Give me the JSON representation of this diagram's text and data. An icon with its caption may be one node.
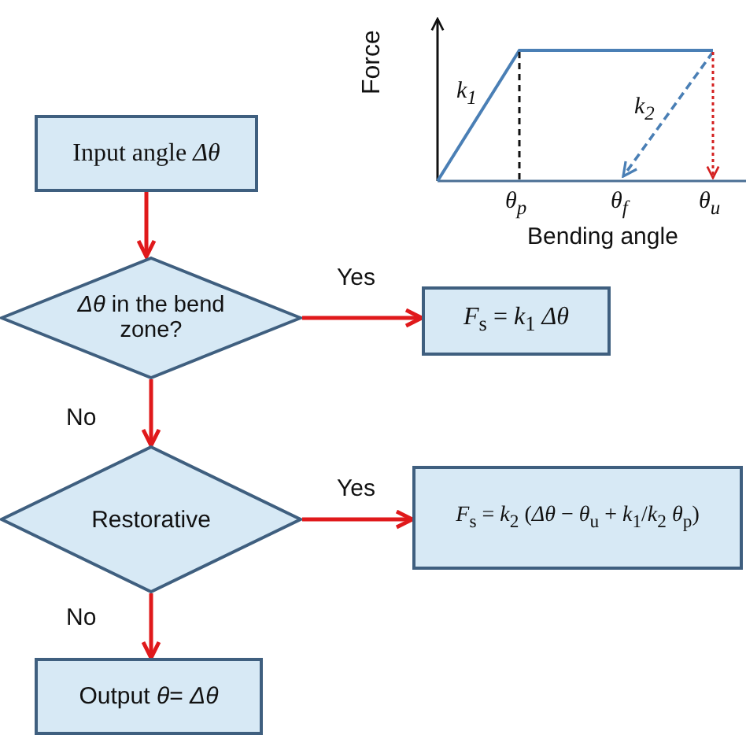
{
  "diagram": {
    "nodes": [
      {
        "text": [
          "Input angle *Δθ*"
        ]
      },
      {
        "text": [
          "*Δθ* in the bend zone?"
        ]
      },
      {
        "text": [
          "*F*$_{s}$ = *k*$_{1}$ *Δθ*"
        ]
      },
      {
        "text": [
          "Restorative"
        ]
      },
      {
        "text": [
          "*F*$_{s}$ = *k*$_{2}$ (*Δθ* − *θ*$_{u}$ + *k*$_{1}$/*k*$_{2}$ *θ*$_{p}$)"
        ]
      },
      {
        "text": [
          "Output *θ*= *Δθ*"
        ]
      }
    ],
    "edges": [
      {
        "from": 0,
        "to": 1,
        "arrow": "to"
      },
      {
        "from": 1,
        "to": 2,
        "arrow": "to",
        "label": "Yes"
      },
      {
        "from": 1,
        "to": 3,
        "arrow": "to",
        "label": "No"
      },
      {
        "from": 3,
        "to": 4,
        "arrow": "to",
        "label": "Yes"
      },
      {
        "from": 3,
        "to": 5,
        "arrow": "to",
        "label": "No"
      }
    ],
    "labels": [
      "Force",
      "k$_{1}$",
      "k$_{2}$",
      "θ$_{p}$",
      "θ$_{f}$",
      "θ$_{u}$",
      "Bending angle"
    ]
  }
}
